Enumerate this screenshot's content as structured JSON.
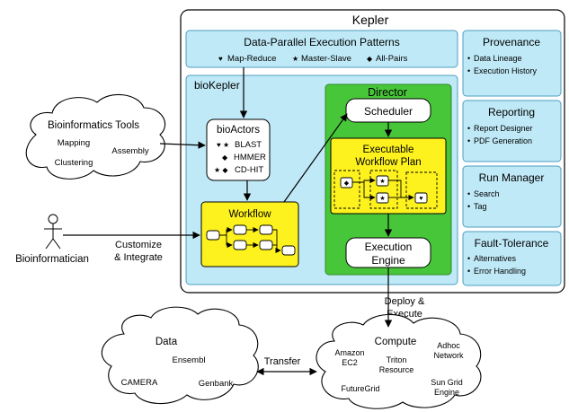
{
  "kepler": {
    "title": "Kepler"
  },
  "patterns": {
    "title": "Data-Parallel Execution Patterns",
    "items": [
      {
        "symbol": "♥",
        "label": "Map-Reduce"
      },
      {
        "symbol": "★",
        "label": "Master-Slave"
      },
      {
        "symbol": "◆",
        "label": "All-Pairs"
      }
    ]
  },
  "biokepler": {
    "title": "bioKepler"
  },
  "bioactors": {
    "title": "bioActors",
    "items": [
      {
        "symbol": "♥ ★",
        "label": "BLAST"
      },
      {
        "symbol": "◆",
        "label": "HMMER"
      },
      {
        "symbol": "★ ◆",
        "label": "CD-HIT"
      }
    ]
  },
  "workflow": {
    "title": "Workflow"
  },
  "director": {
    "title": "Director"
  },
  "scheduler": {
    "title": "Scheduler"
  },
  "plan": {
    "line1": "Executable",
    "line2": "Workflow Plan"
  },
  "engine": {
    "line1": "Execution",
    "line2": "Engine"
  },
  "side_panels": [
    {
      "title": "Provenance",
      "items": [
        "Data Lineage",
        "Execution History"
      ]
    },
    {
      "title": "Reporting",
      "items": [
        "Report Designer",
        "PDF Generation"
      ]
    },
    {
      "title": "Run Manager",
      "items": [
        "Search",
        "Tag"
      ]
    },
    {
      "title": "Fault-Tolerance",
      "items": [
        "Alternatives",
        "Error Handling"
      ]
    }
  ],
  "tools_cloud": {
    "title": "Bioinformatics Tools",
    "items": [
      "Mapping",
      "Assembly",
      "Clustering"
    ]
  },
  "person": {
    "label": "Bioinformatician"
  },
  "customize": {
    "line1": "Customize",
    "line2": "& Integrate"
  },
  "deploy": {
    "line1": "Deploy &",
    "line2": "Execute"
  },
  "data_cloud": {
    "title": "Data",
    "items": [
      "Ensembl",
      "CAMERA",
      "Genbank"
    ]
  },
  "transfer": {
    "label": "Transfer"
  },
  "compute_cloud": {
    "title": "Compute",
    "amazon": [
      "Amazon",
      "EC2"
    ],
    "adhoc": [
      "Adhoc",
      "Network"
    ],
    "triton": [
      "Triton",
      "Resource"
    ],
    "futuregrid": "FutureGrid",
    "sungrid": [
      "Sun Grid",
      "Engine"
    ]
  },
  "colors": {
    "light_blue": "#bfe9f7",
    "blue_stroke": "#4d9ec2",
    "green": "#48c63a",
    "yellow": "#fdf21e"
  }
}
